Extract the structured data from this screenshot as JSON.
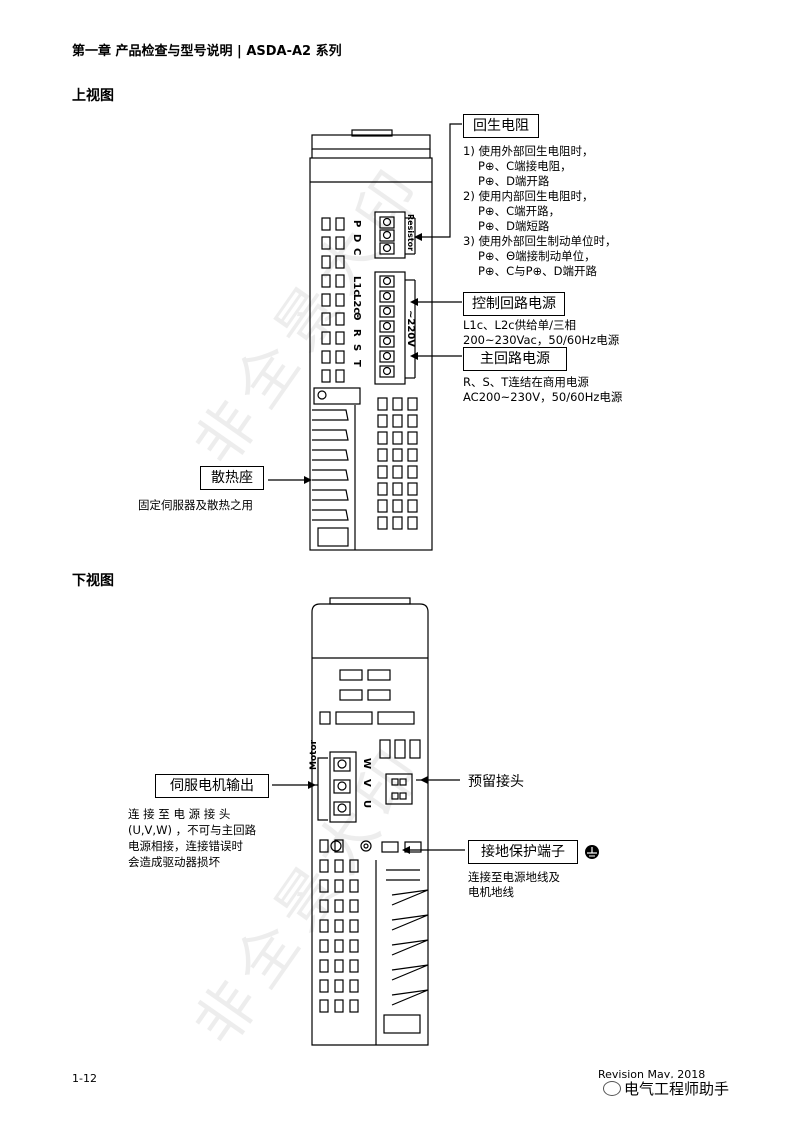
{
  "header": {
    "title": "第一章 产品检查与型号说明 | ASDA-A2 系列"
  },
  "top_view": {
    "title": "上视图",
    "regen_resistor": {
      "label": "回生电阻",
      "notes": [
        "1) 使用外部回生电阻时，",
        "P⊕、C端接电阻，",
        "P⊕、D端开路",
        "2) 使用内部回生电阻时，",
        "P⊕、C端开路，",
        "P⊕、D端短路",
        "3) 使用外部回生制动单位时，",
        "P⊕、Θ端接制动单位，",
        "P⊕、C与P⊕、D端开路"
      ]
    },
    "control_power": {
      "label": "控制回路电源",
      "notes": [
        "L1c、L2c供给单/三相",
        "200~230Vac，50/60Hz电源"
      ]
    },
    "main_power": {
      "label": "主回路电源",
      "notes": [
        "R、S、T连结在商用电源",
        "AC200~230V，50/60Hz电源"
      ]
    },
    "heat_sink": {
      "label": "散热座",
      "note": "固定伺服器及散热之用"
    },
    "terminal_letters": [
      "P",
      "D",
      "C",
      "L1c",
      "L2c",
      "Θ",
      "R",
      "S",
      "T"
    ],
    "resistor_tag": "Resistor",
    "voltage_tag": "~220V"
  },
  "bottom_view": {
    "title": "下视图",
    "motor_output": {
      "label": "伺服电机输出",
      "notes": [
        "连 接 至 电 源 接 头",
        "(U,V,W) ，不可与主回路",
        "电源相接，连接错误时",
        "会造成驱动器损坏"
      ]
    },
    "reserved": {
      "label": "预留接头"
    },
    "ground": {
      "label": "接地保护端子",
      "notes": [
        "连接至电源地线及",
        "电机地线"
      ]
    },
    "motor_tag": "Motor",
    "uvw": [
      "W",
      "V",
      "U"
    ]
  },
  "footer": {
    "page": "1-12",
    "revision": "Revision May, 2018",
    "wechat": "电气工程师助手"
  },
  "watermark": "非全景大印"
}
